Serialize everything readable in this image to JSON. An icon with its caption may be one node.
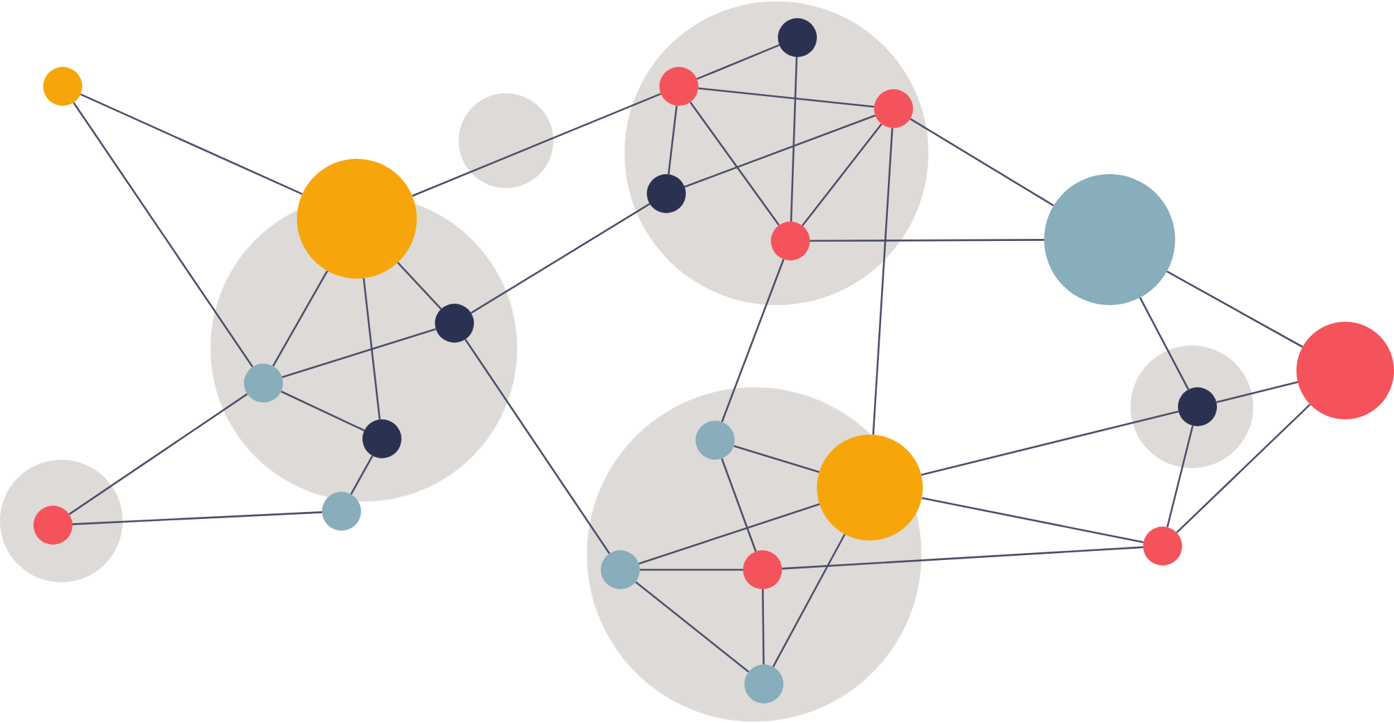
{
  "diagram": {
    "nodes": [
      {
        "text": [],
        "shape": "circle"
      },
      {
        "text": [],
        "shape": "circle"
      },
      {
        "text": [],
        "shape": "circle",
        "in": 1
      },
      {
        "text": [],
        "shape": "circle",
        "in": 1
      },
      {
        "text": [],
        "shape": "circle",
        "in": 1
      },
      {
        "text": [],
        "shape": "circle",
        "in": 1
      },
      {
        "text": [],
        "shape": "circle"
      },
      {
        "text": [],
        "shape": "circle"
      },
      {
        "text": [],
        "shape": "circle",
        "in": 7
      },
      {
        "text": [],
        "shape": "circle"
      },
      {
        "text": [],
        "shape": "circle",
        "in": 9
      },
      {
        "text": [],
        "shape": "circle",
        "in": 9
      },
      {
        "text": [],
        "shape": "circle",
        "in": 9
      },
      {
        "text": [],
        "shape": "circle",
        "in": 9
      },
      {
        "text": [],
        "shape": "circle",
        "in": 9
      },
      {
        "text": [],
        "shape": "circle"
      },
      {
        "text": [],
        "shape": "circle"
      },
      {
        "text": [],
        "shape": "circle"
      },
      {
        "text": [],
        "shape": "circle",
        "in": 17
      },
      {
        "text": [],
        "shape": "circle"
      },
      {
        "text": [],
        "shape": "circle"
      },
      {
        "text": [],
        "shape": "circle",
        "in": 20
      },
      {
        "text": [],
        "shape": "circle",
        "in": 20
      },
      {
        "text": [],
        "shape": "circle",
        "in": 20
      },
      {
        "text": [],
        "shape": "circle",
        "in": 20
      },
      {
        "text": [],
        "shape": "circle",
        "in": 20
      }
    ],
    "edges": [
      {
        "from": 0,
        "to": 2,
        "arrow": "none"
      },
      {
        "from": 0,
        "to": 4,
        "arrow": "none"
      },
      {
        "from": 2,
        "to": 11,
        "arrow": "none"
      },
      {
        "from": 2,
        "to": 3,
        "arrow": "none"
      },
      {
        "from": 2,
        "to": 4,
        "arrow": "none"
      },
      {
        "from": 2,
        "to": 5,
        "arrow": "none"
      },
      {
        "from": 4,
        "to": 3,
        "arrow": "none"
      },
      {
        "from": 4,
        "to": 5,
        "arrow": "none"
      },
      {
        "from": 4,
        "to": 8,
        "arrow": "none"
      },
      {
        "from": 5,
        "to": 6,
        "arrow": "none"
      },
      {
        "from": 6,
        "to": 8,
        "arrow": "none"
      },
      {
        "from": 3,
        "to": 13,
        "arrow": "none"
      },
      {
        "from": 3,
        "to": 23,
        "arrow": "none"
      },
      {
        "from": 11,
        "to": 10,
        "arrow": "none"
      },
      {
        "from": 11,
        "to": 12,
        "arrow": "none"
      },
      {
        "from": 11,
        "to": 13,
        "arrow": "none"
      },
      {
        "from": 11,
        "to": 14,
        "arrow": "none"
      },
      {
        "from": 10,
        "to": 14,
        "arrow": "none"
      },
      {
        "from": 12,
        "to": 13,
        "arrow": "none"
      },
      {
        "from": 12,
        "to": 14,
        "arrow": "none"
      },
      {
        "from": 12,
        "to": 15,
        "arrow": "none"
      },
      {
        "from": 12,
        "to": 21,
        "arrow": "none"
      },
      {
        "from": 14,
        "to": 15,
        "arrow": "none"
      },
      {
        "from": 14,
        "to": 22,
        "arrow": "none"
      },
      {
        "from": 15,
        "to": 16,
        "arrow": "none"
      },
      {
        "from": 15,
        "to": 18,
        "arrow": "none"
      },
      {
        "from": 16,
        "to": 18,
        "arrow": "none"
      },
      {
        "from": 16,
        "to": 19,
        "arrow": "none"
      },
      {
        "from": 18,
        "to": 21,
        "arrow": "none"
      },
      {
        "from": 18,
        "to": 19,
        "arrow": "none"
      },
      {
        "from": 21,
        "to": 19,
        "arrow": "none"
      },
      {
        "from": 24,
        "to": 19,
        "arrow": "none"
      },
      {
        "from": 21,
        "to": 22,
        "arrow": "none"
      },
      {
        "from": 21,
        "to": 23,
        "arrow": "none"
      },
      {
        "from": 21,
        "to": 25,
        "arrow": "none"
      },
      {
        "from": 22,
        "to": 24,
        "arrow": "none"
      },
      {
        "from": 23,
        "to": 24,
        "arrow": "none"
      },
      {
        "from": 23,
        "to": 25,
        "arrow": "none"
      },
      {
        "from": 24,
        "to": 25,
        "arrow": "none"
      }
    ]
  }
}
